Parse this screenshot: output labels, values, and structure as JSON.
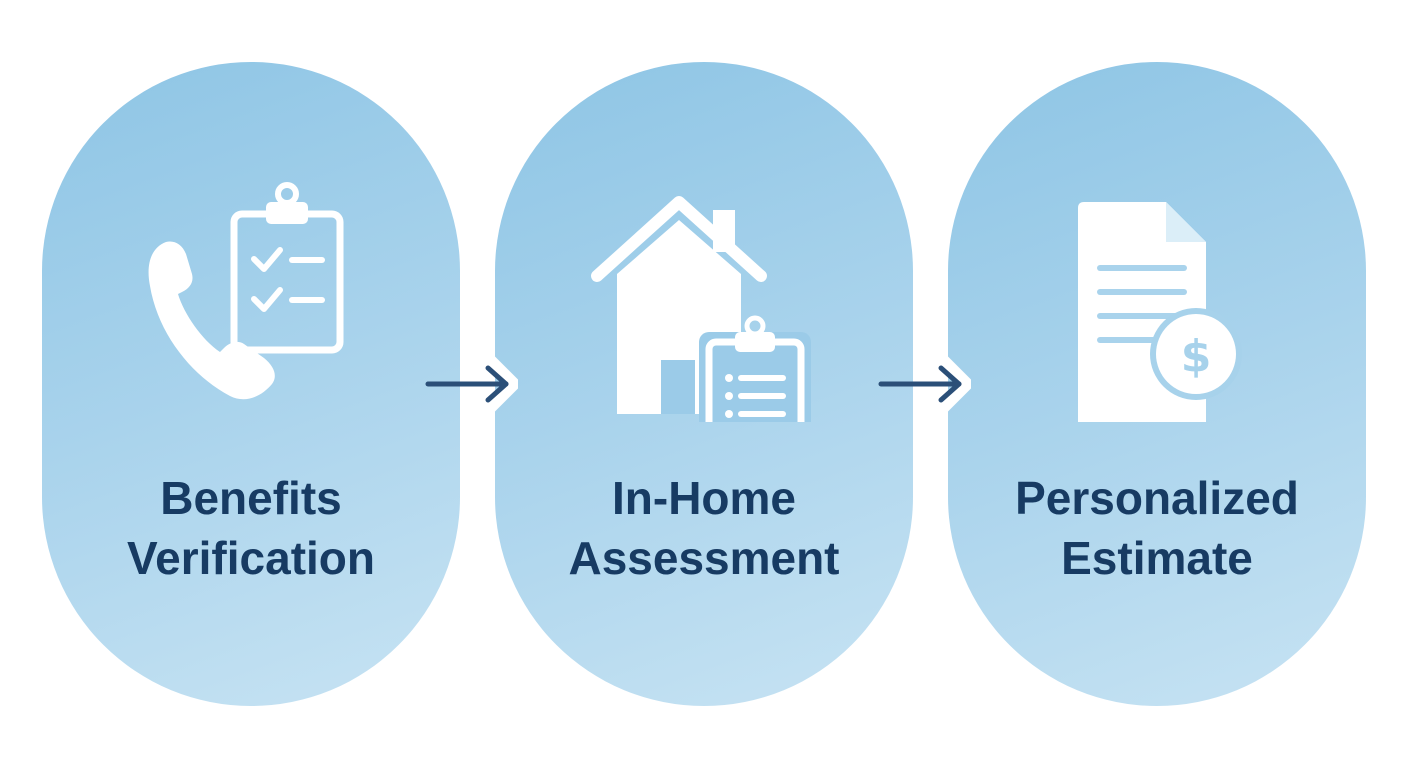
{
  "steps": [
    {
      "line1": "Benefits",
      "line2": "Verification",
      "icon": "phone-clipboard-icon"
    },
    {
      "line1": "In-Home",
      "line2": "Assessment",
      "icon": "house-clipboard-icon"
    },
    {
      "line1": "Personalized",
      "line2": "Estimate",
      "icon": "document-dollar-icon"
    }
  ],
  "connectors": [
    "arrow-right-icon",
    "arrow-right-icon"
  ],
  "colors": {
    "pill_light": "#c7e3f3",
    "pill_dark": "#8ec5e5",
    "text": "#173b63",
    "arrow": "#2b4f78",
    "icon": "#ffffff"
  }
}
